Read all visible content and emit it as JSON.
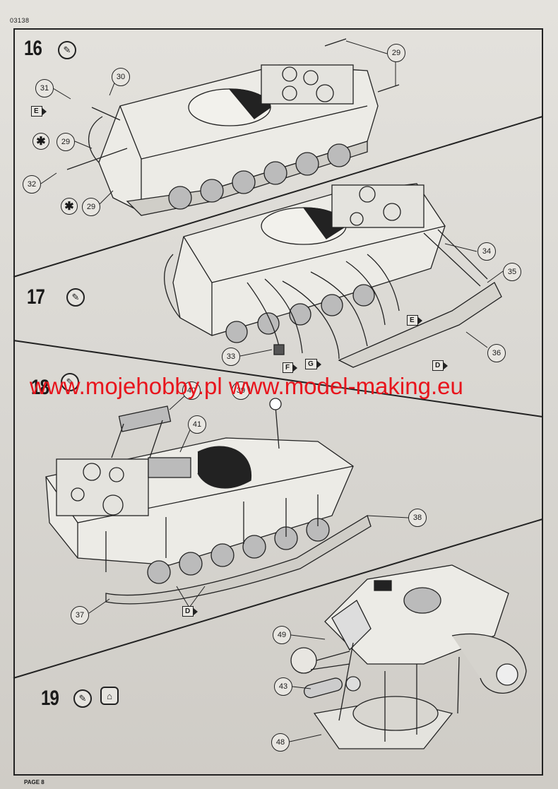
{
  "header": {
    "code": "03138"
  },
  "footer": {
    "page": "PAGE 8"
  },
  "watermark": "www.mojehobby.pl www.model-making.eu",
  "steps": {
    "s16": {
      "number": "16",
      "callouts": [
        "29",
        "30",
        "31",
        "29",
        "32",
        "29"
      ],
      "tags": [
        "E"
      ]
    },
    "s17": {
      "number": "17",
      "callouts": [
        "34",
        "35",
        "33",
        "36"
      ],
      "tags": [
        "E",
        "F",
        "G",
        "D"
      ]
    },
    "s18": {
      "number": "18",
      "callouts": [
        "40",
        "39",
        "41",
        "38",
        "37"
      ],
      "tags": [
        "D"
      ]
    },
    "s19": {
      "number": "19",
      "callouts": [
        "49",
        "43",
        "48"
      ]
    }
  },
  "icons": {
    "s16": [
      "glue-tube-icon"
    ],
    "s17": [
      "glue-tube-icon"
    ],
    "s18": [
      "glue-tube-icon"
    ],
    "s19": [
      "glue-tube-icon",
      "decal-icon"
    ],
    "optional": [
      "asterisk-icon"
    ]
  },
  "colors": {
    "ink": "#1a1a1a",
    "paper": "#dcdad5",
    "watermark": "#e8141c"
  }
}
